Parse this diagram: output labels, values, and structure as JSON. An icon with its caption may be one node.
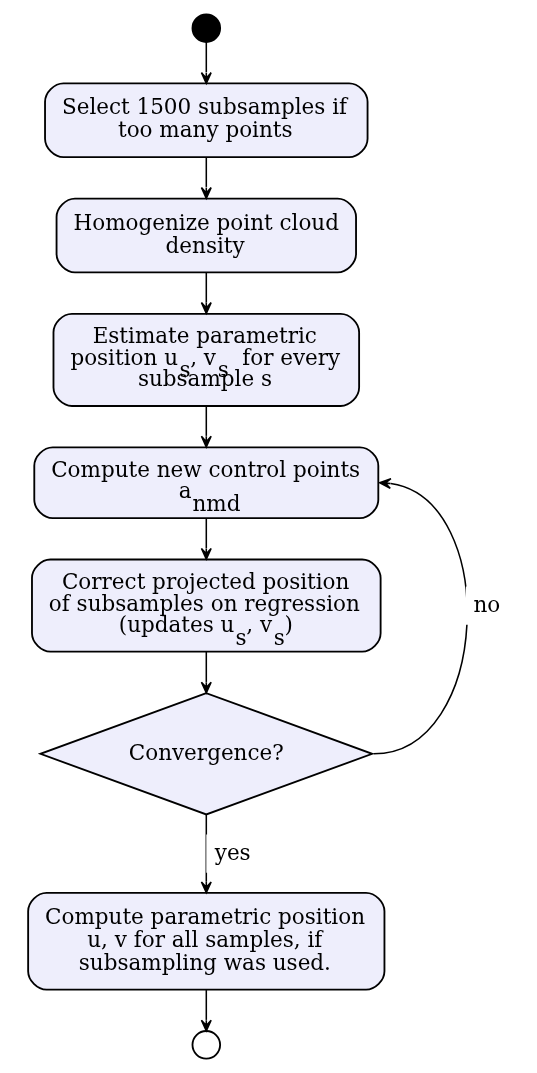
{
  "diagram": {
    "nodes": [
      {
        "text": [],
        "shape": "circle"
      },
      {
        "text": [
          "Select 1500 subsamples if too many points"
        ]
      },
      {
        "text": [
          "Homogenize point cloud density"
        ]
      },
      {
        "text": [
          "Estimate parametric position u$_{s}$, v$_{s}$ for every subsample s"
        ]
      },
      {
        "text": [
          "Compute new control points a$_{nmd}$"
        ]
      },
      {
        "text": [
          "Correct projected position of subsamples on regression (updates u$_{s}$, v$_{s}$)"
        ]
      },
      {
        "text": [
          "Convergence?"
        ]
      },
      {
        "text": [
          "Compute parametric position u, v for all samples, if subsampling was used."
        ]
      },
      {
        "text": [],
        "shape": "circle"
      }
    ],
    "edges": [
      {
        "from": 0,
        "to": 1,
        "arrow": "to"
      },
      {
        "from": 1,
        "to": 2,
        "arrow": "to"
      },
      {
        "from": 2,
        "to": 3,
        "arrow": "to"
      },
      {
        "from": 3,
        "to": 4,
        "arrow": "to"
      },
      {
        "from": 4,
        "to": 5,
        "arrow": "to"
      },
      {
        "from": 5,
        "to": 6,
        "arrow": "to"
      },
      {
        "from": 6,
        "to": 4,
        "arrow": "to",
        "label": "no"
      },
      {
        "from": 6,
        "to": 7,
        "arrow": "to",
        "label": "yes"
      },
      {
        "from": 7,
        "to": 8,
        "arrow": "to"
      }
    ]
  }
}
